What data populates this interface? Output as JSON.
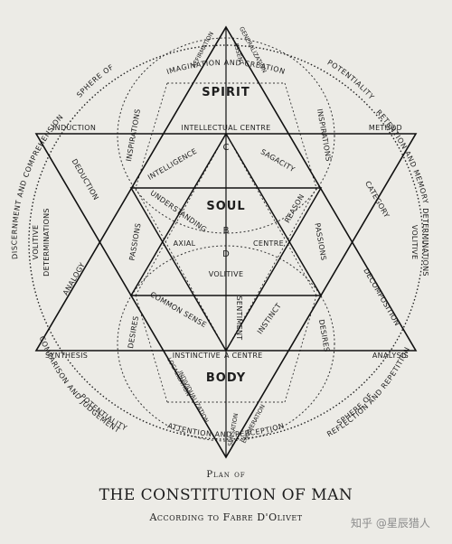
{
  "captions": {
    "plan": "Plan of",
    "title": "THE CONSTITUTION OF MAN",
    "subtitle": "According to Fabre D'Olivet"
  },
  "watermark": "知乎 @星辰猎人",
  "circle_labels": {
    "top": "IMAGINATION AND CREATION",
    "bottom": "ATTENTION AND PERCEPTION",
    "left_upper": "DISCERNMENT AND COMPREHENSION",
    "left_lower": "COMPARISON AND JUDGEMENT",
    "right_upper": "RETENTION AND MEMORY",
    "right_lower": "REFLECTION AND REPETITION",
    "sphere_upper_left": "SPHERE OF",
    "sphere_lower_right": "SPHERE OF",
    "potentiality_upper_right": "POTENTIALITY",
    "potentiality_lower_left": "POTENTIALITY"
  },
  "labels": {
    "spirit": "SPIRIT",
    "soul": "SOUL",
    "body": "BODY",
    "intellectual_centre": "INTELLECTUAL CENTRE",
    "instinctive_centre": "INSTINCTIVE",
    "a_centre": "A CENTRE",
    "induction": "INDUCTION",
    "method": "METHOD",
    "synthesis": "SYNTHESIS",
    "analysis": "ANALYSIS",
    "inspirations_left": "INSPIRATIONS",
    "inspirations_right": "INSPIRATIONS",
    "intelligence": "INTELLIGENCE",
    "sagacity": "SAGACITY",
    "letter_c": "C",
    "understanding": "UNDERSTANDING",
    "reason": "REASON",
    "letter_b": "B",
    "axial": "AXIAL",
    "centre": "CENTRE",
    "letter_d": "D",
    "volitive": "VOLITIVE",
    "passions_left": "PASSIONS",
    "passions_right": "PASSIONS",
    "common_sense": "COMMON SENSE",
    "sentiment": "SENTIMENT",
    "instinct": "INSTINCT",
    "desires_left": "DESIRES",
    "desires_right": "DESIRES",
    "deduction": "DEDUCTION",
    "category": "CATEGORY",
    "analogy": "ANALOGY",
    "decomposition": "DECOMPOSITION",
    "volitive_left": "VOLITIVE",
    "determinations_left": "DETERMINATIONS",
    "volitive_right": "VOLITIVE",
    "determinations_right": "DETERMINATIONS",
    "assent": "ASSENT",
    "generalization": "GENERALIZATION",
    "affirmation": "AFFIRMATION",
    "individualization": "INDIVIDUALIZATION",
    "localization": "LOCALIZATION",
    "sensation": "SENSATION",
    "enumeration": "ENUMERATION"
  }
}
